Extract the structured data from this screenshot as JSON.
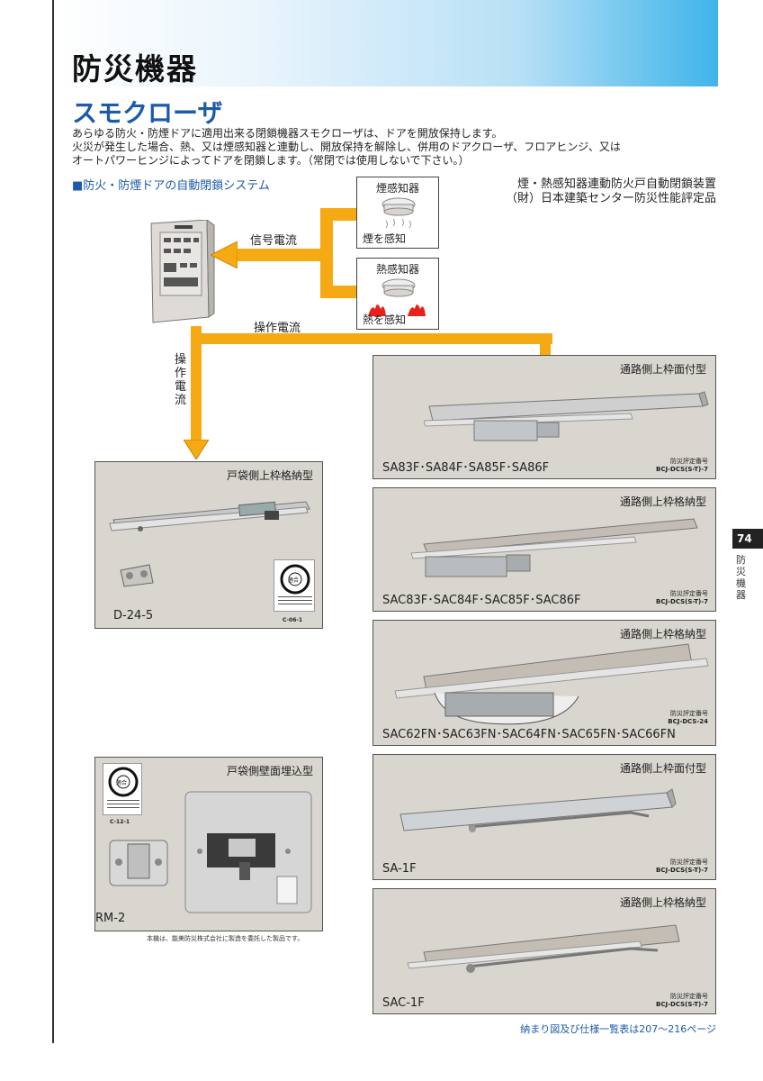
{
  "header": {
    "page_title": "防災機器",
    "product_title": "スモクローザ"
  },
  "intro": [
    "あらゆる防火・防煙ドアに適用出来る閉鎖機器スモクローザは、ドアを開放保持します。",
    "火災が発生した場合、熱、又は煙感知器と連動し、開放保持を解除し、併用のドアクローザ、フロアヒンジ、又は",
    "オートパワーヒンジによってドアを閉鎖します。（常閉では使用しないで下さい。）"
  ],
  "section_heading": "■防火・防煙ドアの自動閉鎖システム",
  "certification": {
    "line1": "煙・熱感知器連動防火戸自動閉鎖装置",
    "line2": "（財）日本建築センター防災性能評定品"
  },
  "sensors": {
    "smoke": {
      "label": "煙感知器",
      "caption": "煙を感知"
    },
    "heat": {
      "label": "熱感知器",
      "caption": "熱を感知"
    }
  },
  "flow": {
    "signal_current": "信号電流",
    "operation_current": "操作電流",
    "operation_current_vertical": "操作電流"
  },
  "panels_left": [
    {
      "type": "戸袋側上枠格納型",
      "model": "D-24-5",
      "badge": "C-06-1"
    },
    {
      "type": "戸袋側壁面埋込型",
      "model": "RM-2",
      "badge": "C-12-1"
    }
  ],
  "panels_right": [
    {
      "type": "通路側上枠面付型",
      "model": "SA83F･SA84F･SA85F･SA86F",
      "code_label": "防災評定番号",
      "code": "BCJ-DCS(S-T)-7"
    },
    {
      "type": "通路側上枠格納型",
      "model": "SAC83F･SAC84F･SAC85F･SAC86F",
      "code_label": "防災評定番号",
      "code": "BCJ-DCS(S-T)-7"
    },
    {
      "type": "通路側上枠格納型",
      "model": "SAC62FN･SAC63FN･SAC64FN･SAC65FN･SAC66FN",
      "code_label": "防災評定番号",
      "code": "BCJ-DCS-24"
    },
    {
      "type": "通路側上枠面付型",
      "model": "SA-1F",
      "code_label": "防災評定番号",
      "code": "BCJ-DCS(S-T)-7"
    },
    {
      "type": "通路側上枠格納型",
      "model": "SAC-1F",
      "code_label": "防災評定番号",
      "code": "BCJ-DCS(S-T)-7"
    }
  ],
  "badge_text": "適合",
  "manufacturer_note": "本機は、能美防災株式会社に製造を委託した製品です。",
  "side": {
    "page_number": "74",
    "section": "防災機器"
  },
  "footer_ref": "納まり図及び仕様一覧表は207〜216ページ",
  "colors": {
    "accent_blue": "#1d5aa8",
    "flow_orange": "#f5aa13",
    "panel_bg": "#d9d5cf"
  }
}
